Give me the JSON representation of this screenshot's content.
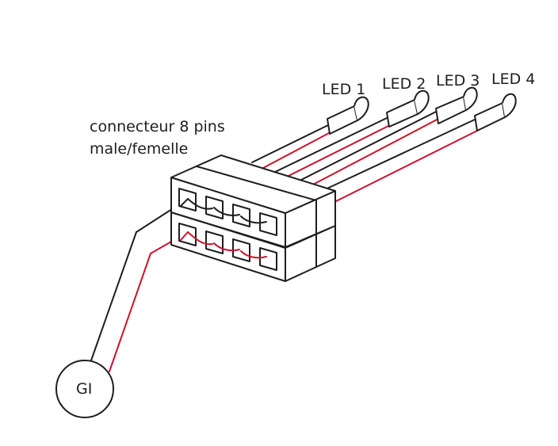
{
  "labels": {
    "led1": "LED 1",
    "led2": "LED 2",
    "led3": "LED 3",
    "led4": "LED 4",
    "connector_line1": "connecteur 8 pins",
    "connector_line2": "male/femelle",
    "gi": "GI"
  },
  "colors": {
    "line": "#1e1e1e",
    "wire_red": "#d0102b",
    "background": "#ffffff"
  }
}
